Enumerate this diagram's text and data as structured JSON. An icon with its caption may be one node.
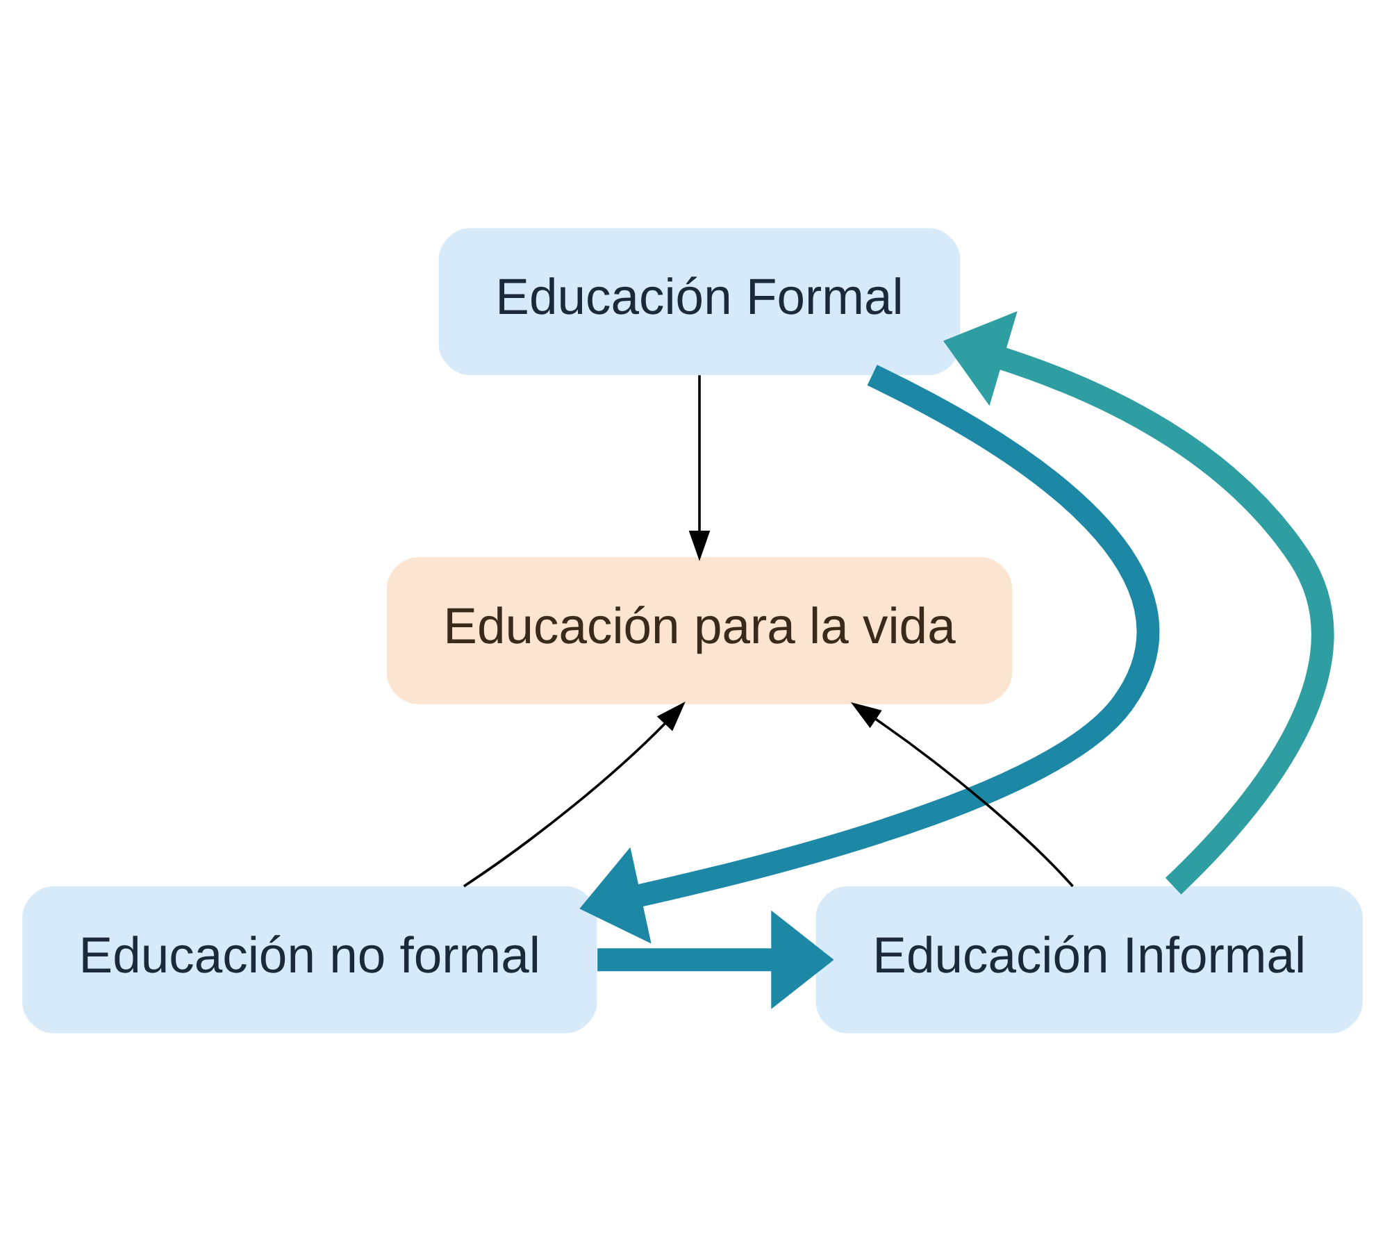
{
  "diagram": {
    "nodes": [
      {
        "text": [
          "Educación Formal"
        ]
      },
      {
        "text": [
          "Educación para la vida"
        ]
      },
      {
        "text": [
          "Educación no formal"
        ]
      },
      {
        "text": [
          "Educación Informal"
        ]
      }
    ],
    "edges": [
      {
        "from": 0,
        "to": 1,
        "arrow": "to"
      },
      {
        "from": 2,
        "to": 1,
        "arrow": "to"
      },
      {
        "from": 3,
        "to": 1,
        "arrow": "to"
      },
      {
        "from": 0,
        "to": 2,
        "arrow": "to",
        "style": "thick",
        "color": "#1d87a6"
      },
      {
        "from": 2,
        "to": 3,
        "arrow": "to",
        "style": "thick",
        "color": "#1d87a6"
      },
      {
        "from": 3,
        "to": 0,
        "arrow": "to",
        "style": "thick",
        "color": "#2e9ea3"
      }
    ]
  }
}
